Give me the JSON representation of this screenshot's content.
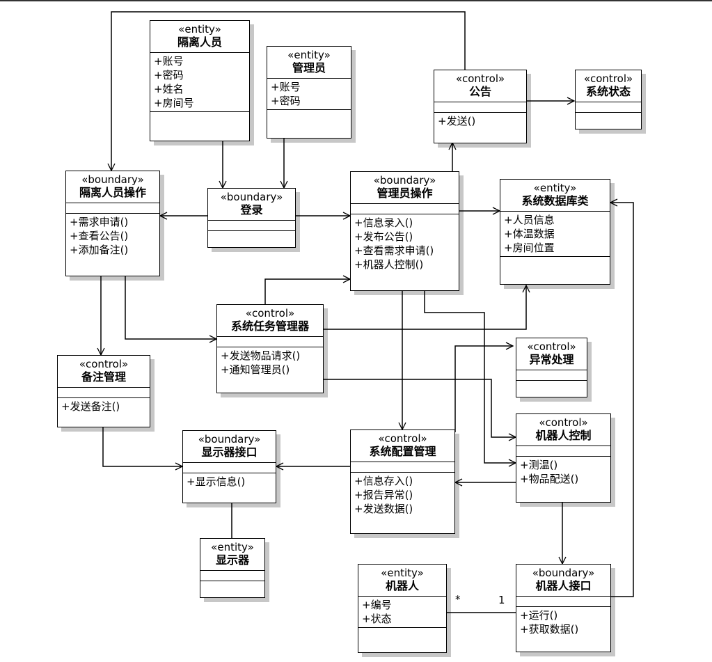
{
  "classes": {
    "quarantine_person": {
      "stereotype": "«entity»",
      "name": "隔离人员",
      "attributes": [
        "+账号",
        "+密码",
        "+姓名",
        "+房间号"
      ],
      "operations": []
    },
    "admin": {
      "stereotype": "«entity»",
      "name": "管理员",
      "attributes": [
        "+账号",
        "+密码"
      ],
      "operations": []
    },
    "notice": {
      "stereotype": "«control»",
      "name": "公告",
      "attributes": [],
      "operations": [
        "+发送()"
      ]
    },
    "system_status": {
      "stereotype": "«control»",
      "name": "系统状态",
      "attributes": [],
      "operations": []
    },
    "quarantine_ops": {
      "stereotype": "«boundary»",
      "name": "隔离人员操作",
      "attributes": [],
      "operations": [
        "+需求申请()",
        "+查看公告()",
        "+添加备注()"
      ]
    },
    "login": {
      "stereotype": "«boundary»",
      "name": "登录",
      "attributes": [],
      "operations": []
    },
    "admin_ops": {
      "stereotype": "«boundary»",
      "name": "管理员操作",
      "attributes": [],
      "operations": [
        "+信息录入()",
        "+发布公告()",
        "+查看需求申请()",
        "+机器人控制()"
      ]
    },
    "database": {
      "stereotype": "«entity»",
      "name": "系统数据库类",
      "attributes": [
        "+人员信息",
        "+体温数据",
        "+房间位置"
      ],
      "operations": []
    },
    "task_manager": {
      "stereotype": "«control»",
      "name": "系统任务管理器",
      "attributes": [],
      "operations": [
        "+发送物品请求()",
        "+通知管理员()"
      ]
    },
    "exception": {
      "stereotype": "«control»",
      "name": "异常处理",
      "attributes": [],
      "operations": []
    },
    "note_mgmt": {
      "stereotype": "«control»",
      "name": "备注管理",
      "attributes": [],
      "operations": [
        "+发送备注()"
      ]
    },
    "robot_control": {
      "stereotype": "«control»",
      "name": "机器人控制",
      "attributes": [],
      "operations": [
        "+测温()",
        "+物品配送()"
      ]
    },
    "display_if": {
      "stereotype": "«boundary»",
      "name": "显示器接口",
      "attributes": [],
      "operations": [
        "+显示信息()"
      ]
    },
    "config_mgmt": {
      "stereotype": "«control»",
      "name": "系统配置管理",
      "attributes": [],
      "operations": [
        "+信息存入()",
        "+报告异常()",
        "+发送数据()"
      ]
    },
    "display": {
      "stereotype": "«entity»",
      "name": "显示器",
      "attributes": [],
      "operations": []
    },
    "robot": {
      "stereotype": "«entity»",
      "name": "机器人",
      "attributes": [
        "+编号",
        "+状态"
      ],
      "operations": []
    },
    "robot_if": {
      "stereotype": "«boundary»",
      "name": "机器人接口",
      "attributes": [],
      "operations": [
        "+运行()",
        "+获取数据()"
      ]
    }
  },
  "multiplicity": {
    "robot_end": "*",
    "robot_if_end": "1"
  }
}
